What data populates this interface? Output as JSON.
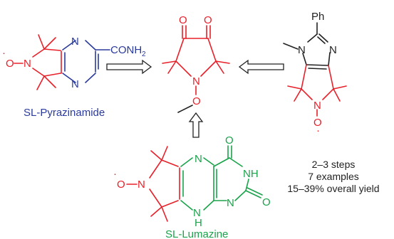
{
  "colors": {
    "red": "#e8202a",
    "blue": "#2a3a9c",
    "green": "#1aa34a",
    "black": "#222222"
  },
  "captions": {
    "pyrazinamide": "SL-Pyrazinamide",
    "lumazine": "SL-Lumazine"
  },
  "atoms": {
    "N": "N",
    "O": "O",
    "NH": "NH",
    "H": "H",
    "Ph": "Ph",
    "radical": "·",
    "conh": "CONH",
    "conh_sub": "2"
  },
  "notes": {
    "line1": "2–3 steps",
    "line2": "7 examples",
    "line3": "15–39% overall yield"
  }
}
